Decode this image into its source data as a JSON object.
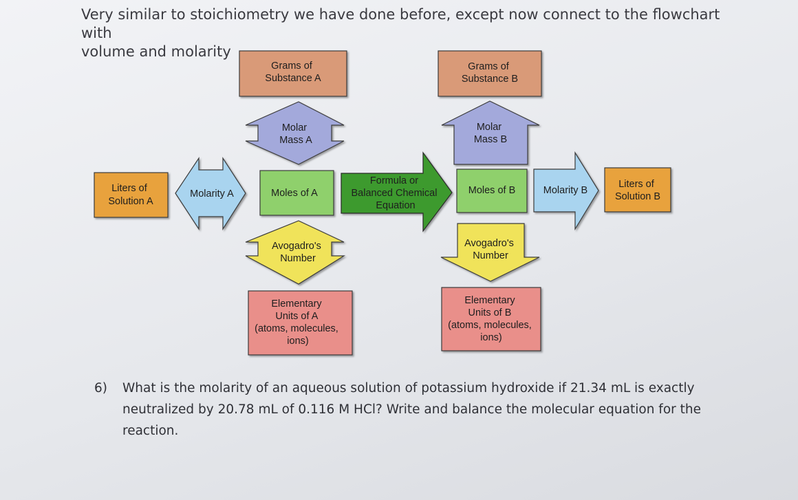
{
  "heading": {
    "line1": "Very similar to stoichiometry we have done before, except now connect to the flowchart with",
    "line2": "volume and molarity"
  },
  "flowchart": {
    "grams_a": [
      "Grams of",
      "Substance A"
    ],
    "grams_b": [
      "Grams of",
      "Substance B"
    ],
    "molar_mass_a": [
      "Molar",
      "Mass A"
    ],
    "molar_mass_b": [
      "Molar",
      "Mass B"
    ],
    "liters_a": [
      "Liters of",
      "Solution A"
    ],
    "molarity_a": [
      "Molarity A"
    ],
    "moles_a": [
      "Moles of A"
    ],
    "formula": [
      "Formula or",
      "Balanced Chemical",
      "Equation"
    ],
    "moles_b": [
      "Moles of B"
    ],
    "molarity_b": [
      "Molarity B"
    ],
    "liters_b": [
      "Liters of",
      "Solution B"
    ],
    "avogadro_a": [
      "Avogadro's",
      "Number"
    ],
    "avogadro_b": [
      "Avogadro's",
      "Number"
    ],
    "elementary_a": [
      "Elementary",
      "Units of A",
      "(atoms, molecules,",
      "ions)"
    ],
    "elementary_b": [
      "Elementary",
      "Units of B",
      "(atoms, molecules,",
      "ions)"
    ]
  },
  "colors": {
    "salmon": "#d99a78",
    "lavender": "#a3a9db",
    "orange": "#e8a23c",
    "light_blue": "#a9d4ef",
    "light_green": "#8fd06c",
    "dark_green": "#3e9a2e",
    "yellow": "#f0e35a",
    "pink": "#e98f8a"
  },
  "question": {
    "number": "6)",
    "line1": "What is the molarity of an aqueous solution of potassium hydroxide if 21.34 mL is exactly",
    "line2": "neutralized by 20.78 mL of 0.116 M HCl? Write and balance the molecular equation for the",
    "line3": "reaction."
  }
}
